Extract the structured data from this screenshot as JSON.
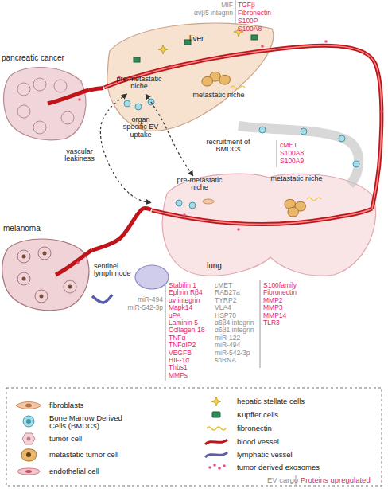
{
  "diagram": {
    "nodes": [
      {
        "text": [
          "pancreatic cancer"
        ]
      },
      {
        "text": [
          "liver"
        ]
      },
      {
        "text": [
          "pre-metastatic niche"
        ],
        "in": 1
      },
      {
        "text": [
          "metastatic niche"
        ],
        "in": 1
      },
      {
        "text": [
          "lung"
        ]
      },
      {
        "text": [
          "pre-metastatic niche"
        ],
        "in": 4
      },
      {
        "text": [
          "metastatic niche"
        ],
        "in": 4
      },
      {
        "text": [
          "melanoma"
        ]
      },
      {
        "text": [
          "sentinel lymph node"
        ]
      }
    ],
    "edges": [
      {
        "from": 0,
        "to": 1,
        "arrow": "none"
      },
      {
        "from": 7,
        "to": 4,
        "arrow": "none"
      },
      {
        "from": 7,
        "to": 8,
        "arrow": "none"
      },
      {
        "from": 2,
        "to": 4,
        "label": "vascular leakiness",
        "arrow": "both"
      },
      {
        "from": 2,
        "to": 5,
        "label": "organ specific EV uptake",
        "arrow": "both"
      }
    ],
    "labels": [
      "MIF",
      "αvβ5 integrin",
      "TGFβ",
      "Fibronectin",
      "S100P",
      "S100A8",
      "recruitment of BMDCs",
      "cMET",
      "S100A8",
      "S100A9",
      "miR-494",
      "miR-542-3p",
      "Stabilin 1",
      "Ephrin Rβ4",
      "αv integrin",
      "Mapk14",
      "uPA",
      "Laminin 5",
      "Collagen 18",
      "TNFα",
      "TNFαIP2",
      "VEGFB",
      "HIF-1α",
      "Thbs1",
      "MMPs",
      "cMET",
      "RAB27a",
      "TYRP2",
      "VLA4",
      "HSP70",
      "α6β4 integrin",
      "α6β1 integrin",
      "miR-122",
      "miR-494",
      "miR-542-3p",
      "snRNA",
      "S100family",
      "Fibronectin",
      "MMP2",
      "MMP3",
      "MMP14",
      "TLR3"
    ],
    "legend": [
      {
        "text": "fibroblasts"
      },
      {
        "text": "Bone Marrow Derived Cells (BMDCs)"
      },
      {
        "text": "tumor cell"
      },
      {
        "text": "metastatic tumor cell"
      },
      {
        "text": "endothelial cell"
      },
      {
        "text": "hepatic stellate cells"
      },
      {
        "text": "Kupffer cells"
      },
      {
        "text": "fibronectin"
      },
      {
        "text": "blood vessel"
      },
      {
        "text": "lymphatic vessel"
      },
      {
        "text": "tumor derived exosomes"
      },
      {
        "text": "EV cargo"
      },
      {
        "text": "Proteins upregulated"
      }
    ]
  }
}
